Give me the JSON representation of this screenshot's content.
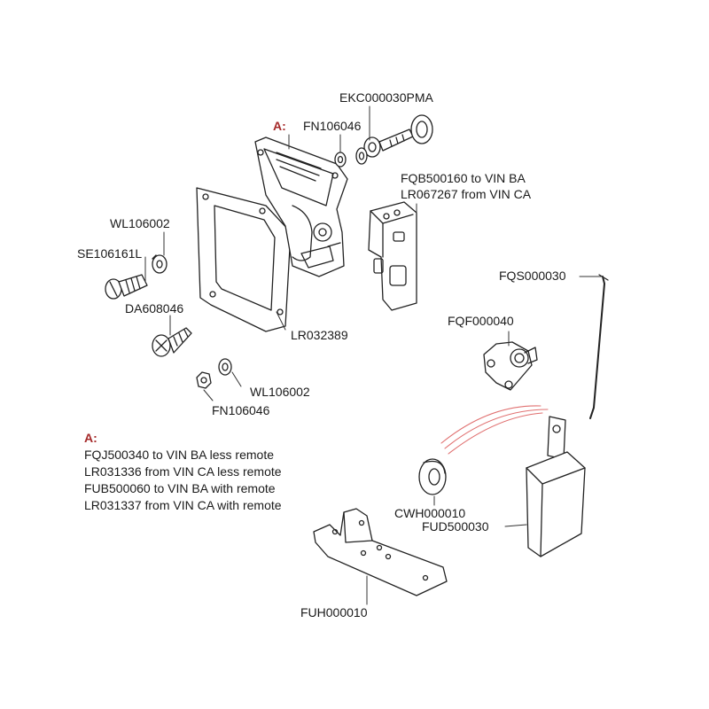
{
  "callouts": {
    "a_marker": "A:",
    "fn106046_top": "FN106046",
    "ekc000030pma": "EKC000030PMA",
    "fqb_line1": "FQB500160 to VIN BA",
    "fqb_line2": "LR067267 from VIN CA",
    "wl106002_top": "WL106002",
    "se106161l": "SE106161L",
    "da608046": "DA608046",
    "lr032389": "LR032389",
    "fqs000030": "FQS000030",
    "fqf000040": "FQF000040",
    "wl106002_bottom": "WL106002",
    "fn106046_bottom": "FN106046",
    "cwh000010": "CWH000010",
    "fud500030": "FUD500030",
    "fuh000010": "FUH000010"
  },
  "note": {
    "heading": "A:",
    "lines": [
      "FQJ500340 to VIN BA less remote",
      "LR031336 from VIN CA less remote",
      "FUB500060 to VIN BA with remote",
      "LR031337 from VIN CA with remote"
    ]
  },
  "colors": {
    "ink": "#1a1a1a",
    "accent": "#a52a2a",
    "wire": "#e07070"
  }
}
